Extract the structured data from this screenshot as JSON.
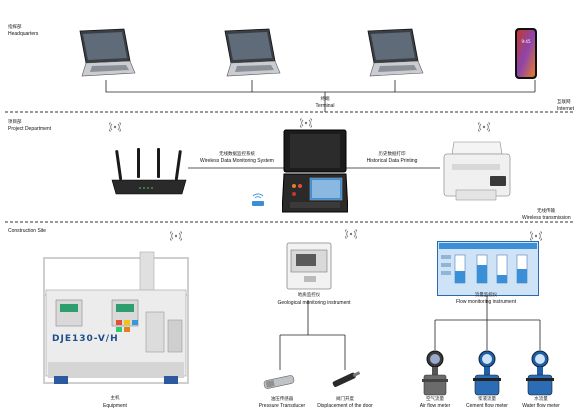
{
  "sections": {
    "headquarters": {
      "cn": "指挥部",
      "en": "Headquarters"
    },
    "project_department": {
      "cn": "项目部",
      "en": "Project Department"
    },
    "construction_site": {
      "cn": "",
      "en": "Construction Site"
    }
  },
  "networks": {
    "internet": {
      "cn": "互联网",
      "en": "Internet"
    },
    "terminal": {
      "cn": "终端",
      "en": "Terminal"
    },
    "wireless": {
      "cn": "无线传输",
      "en": "Wireless transmission"
    }
  },
  "project": {
    "monitoring_system": {
      "cn": "无线数据监控系统",
      "en": "Wireless Data Monitoring System"
    },
    "printing": {
      "cn": "历史数据打印",
      "en": "Historical Data Printing"
    }
  },
  "site": {
    "geological": {
      "cn": "地质监控仪",
      "en": "Geological monitoring instrument"
    },
    "flow": {
      "cn": "流量监控仪",
      "en": "Flow monitoring instrument"
    },
    "equipment": {
      "cn": "主机",
      "en": "Equipment",
      "model": "DJE130-V/H"
    },
    "pressure": {
      "cn": "油压传感器",
      "en": "Pressure Transducer"
    },
    "door": {
      "cn": "阀门开度",
      "en": "Displacement of the door"
    },
    "air": {
      "cn": "空气流量",
      "en": "Air flow meter"
    },
    "cement": {
      "cn": "浆液流量",
      "en": "Cement flow meter"
    },
    "water": {
      "cn": "水流量",
      "en": "Water flow meter"
    }
  },
  "phone_time": "9:45",
  "colors": {
    "line": "#222222",
    "screen_blue": "#3b8fd6",
    "equipment_frame": "#e6e6e6",
    "accent_red": "#d9534f"
  }
}
